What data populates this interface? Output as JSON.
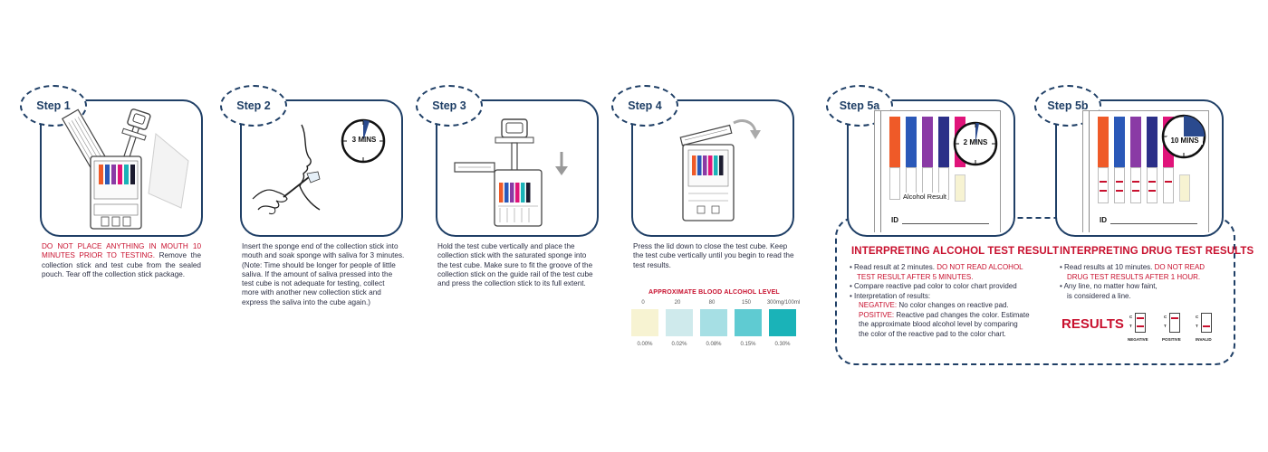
{
  "steps": {
    "s1": {
      "badge": "Step 1",
      "text_red": "DO NOT PLACE ANYTHING IN MOUTH 10 MINUTES PRIOR TO TESTING.",
      "text": "Remove the collection stick and test cube from the sealed pouch. Tear off the collection stick package."
    },
    "s2": {
      "badge": "Step 2",
      "clock": "3 MINS",
      "line1": "Insert the sponge end of the collection stick into",
      "line2": "mouth and soak sponge with saliva for 3 minutes.",
      "line3": "(Note: Time should be longer for people of little",
      "line4": "saliva. If the amount of saliva pressed into the",
      "line5": "test cube is not adequate for testing, collect",
      "line6": "more with another new collection stick and",
      "line7": "express the saliva into the cube again.)"
    },
    "s3": {
      "badge": "Step 3",
      "line1": "Hold the test cube vertically and place the",
      "line2": "collection stick with the saturated sponge into",
      "line3": "the test cube. Make sure to fit the groove of the",
      "line4": "collection stick on the guide rail of the test cube",
      "line5": "and press the collection stick to its full extent."
    },
    "s4": {
      "badge": "Step 4",
      "line1": "Press the lid down to close the test cube. Keep",
      "line2": "the test cube vertically until you begin to read the",
      "line3": "test results."
    },
    "s5a": {
      "badge": "Step 5a",
      "clock": "2 MINS",
      "alcohol_label": "Alcohol Result",
      "id_label": "ID"
    },
    "s5b": {
      "badge": "Step 5b",
      "clock": "10 MINS",
      "id_label": "ID"
    }
  },
  "color_chart": {
    "title": "APPROXIMATE BLOOD ALCOHOL LEVEL",
    "top_labels": [
      "0",
      "20",
      "80",
      "150",
      "300mg/100ml"
    ],
    "bottom_labels": [
      "0.00%",
      "0.02%",
      "0.08%",
      "0.15%",
      "0.30%"
    ],
    "colors": [
      "#f7f3d2",
      "#cfeaec",
      "#a6dfe4",
      "#5fcbd2",
      "#1ab3b8"
    ]
  },
  "strip_colors": [
    "#ef5a28",
    "#2a58b8",
    "#8a3aa5",
    "#2b2f88",
    "#e0147a",
    "#1c1c30"
  ],
  "alcohol": {
    "title": "INTERPRETING ALCOHOL TEST RESULT",
    "b1_text": "• Read result at 2 minutes. ",
    "b1_red": "DO NOT READ ALCOHOL",
    "b1_red2": "TEST RESULT AFTER 5 MINUTES.",
    "b2": "• Compare reactive pad color to color chart provided",
    "b3": "• Interpretation of results:",
    "neg_label": "NEGATIVE:",
    "neg_text": " No color changes on reactive pad.",
    "pos_label": "POSITIVE:",
    "pos_text": " Reactive pad changes the color. Estimate",
    "pos_line2": "the approximate blood alcohol level by comparing",
    "pos_line3": "the color of the reactive pad to the color chart."
  },
  "drug": {
    "title": "INTERPRETING DRUG TEST RESULTS",
    "b1_text": "• Read results at 10 minutes. ",
    "b1_red": "DO NOT READ",
    "b1_red2": "DRUG TEST RESULTS AFTER 1 HOUR.",
    "b2": "• Any line, no matter how faint,",
    "b2_line2": "is considered a line.",
    "results_label": "RESULTS",
    "negative": "NEGATIVE",
    "positive": "POSITIVE",
    "invalid": "INVALID",
    "c_label": "C",
    "t_label": "T"
  }
}
